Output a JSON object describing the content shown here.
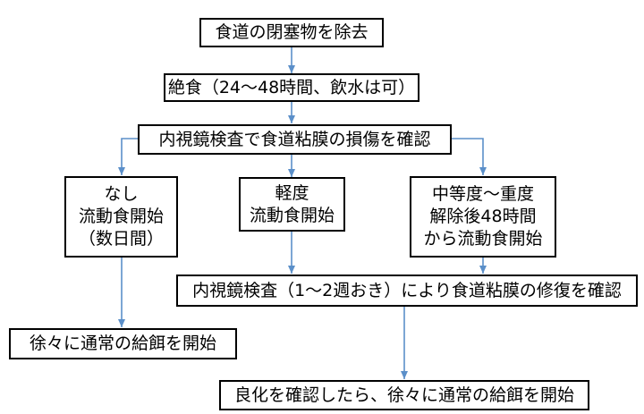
{
  "nodes": {
    "remove_obstruction": "食道の閉塞物を除去",
    "fasting": "絶食（24～48時間、飲水は可）",
    "endoscopy_check": "内視鏡検査で食道粘膜の損傷を確認",
    "none": [
      "なし",
      "流動食開始",
      "（数日間）"
    ],
    "mild": [
      "軽度",
      "流動食開始"
    ],
    "moderate_severe": [
      "中等度～重度",
      "解除後48時間",
      "から流動食開始"
    ],
    "endoscopy_repair": "内視鏡検査（1～2週おき）により食道粘膜の修復を確認",
    "gradual_feeding": "徐々に通常の給餌を開始",
    "after_improvement": "良化を確認したら、徐々に通常の給餌を開始"
  },
  "edge_color": "#5b8fc9"
}
